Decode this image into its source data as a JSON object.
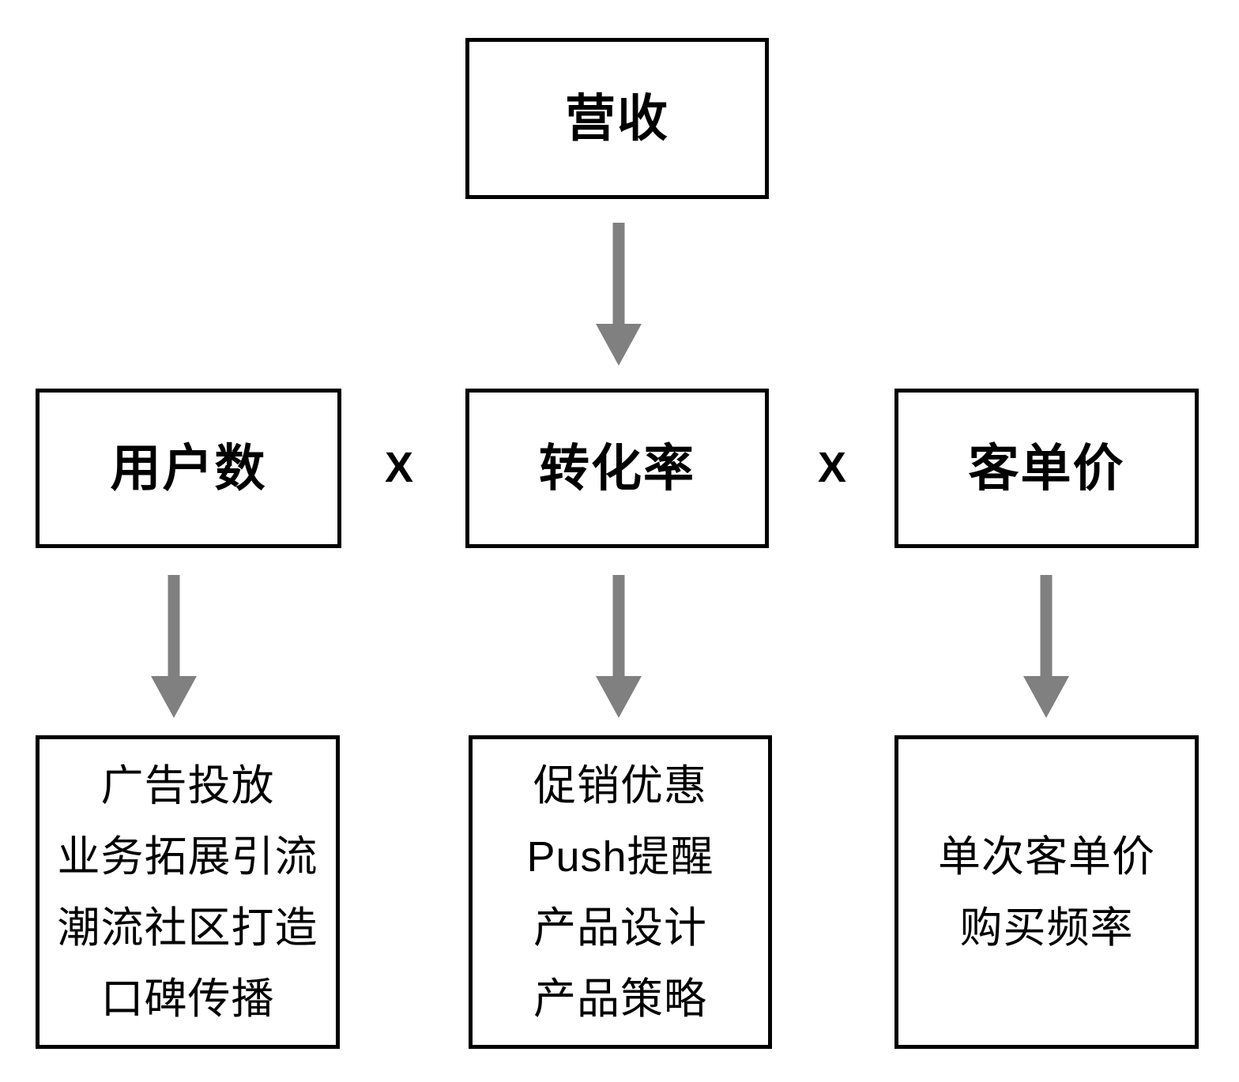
{
  "diagram": {
    "title_node": {
      "id": "revenue",
      "label": "营收"
    },
    "drivers": [
      {
        "id": "user-count",
        "label": "用户数"
      },
      {
        "id": "conversion-rate",
        "label": "转化率"
      },
      {
        "id": "order-value",
        "label": "客单价"
      }
    ],
    "operators": [
      {
        "id": "operator-1",
        "symbol": "X"
      },
      {
        "id": "operator-2",
        "symbol": "X"
      }
    ],
    "tactics": [
      {
        "id": "user-count-tactics",
        "lines": [
          "广告投放",
          "业务拓展引流",
          "潮流社区打造",
          "口碑传播"
        ]
      },
      {
        "id": "conversion-rate-tactics",
        "lines": [
          "促销优惠",
          "Push提醒",
          "产品设计",
          "产品策略"
        ]
      },
      {
        "id": "order-value-tactics",
        "lines": [
          "单次客单价",
          "购买频率"
        ]
      }
    ],
    "colors": {
      "box_border": "#000000",
      "text": "#000000",
      "arrow": "#808080",
      "background": "#ffffff"
    },
    "arrows": [
      {
        "id": "arrow-revenue-to-conversion",
        "from": "revenue",
        "to": "conversion-rate"
      },
      {
        "id": "arrow-user-to-tactics",
        "from": "user-count",
        "to": "user-count-tactics"
      },
      {
        "id": "arrow-conversion-to-tactics",
        "from": "conversion-rate",
        "to": "conversion-rate-tactics"
      },
      {
        "id": "arrow-order-to-tactics",
        "from": "order-value",
        "to": "order-value-tactics"
      }
    ]
  }
}
